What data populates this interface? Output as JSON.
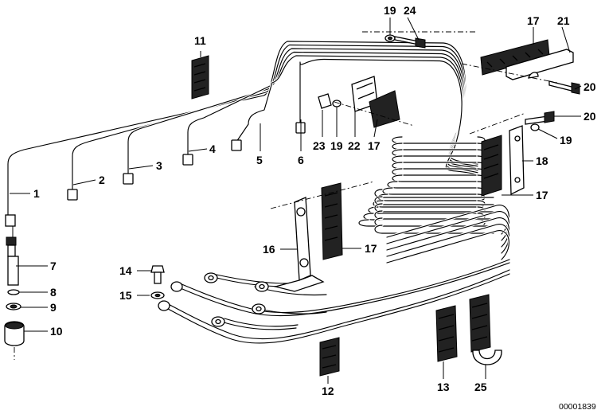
{
  "labels": {
    "l1": "1",
    "l2": "2",
    "l3": "3",
    "l4": "4",
    "l5": "5",
    "l6": "6",
    "l7": "7",
    "l8": "8",
    "l9": "9",
    "l10": "10",
    "l11": "11",
    "l12": "12",
    "l13": "13",
    "l14": "14",
    "l15": "15",
    "l16": "16",
    "l17a": "17",
    "l17b": "17",
    "l17c": "17",
    "l17d": "17",
    "l18": "18",
    "l19a": "19",
    "l19b": "19",
    "l19c": "19",
    "l20a": "20",
    "l20b": "20",
    "l21": "21",
    "l22": "22",
    "l23": "23",
    "l24": "24",
    "l25": "25"
  },
  "reference_number": "00001839"
}
